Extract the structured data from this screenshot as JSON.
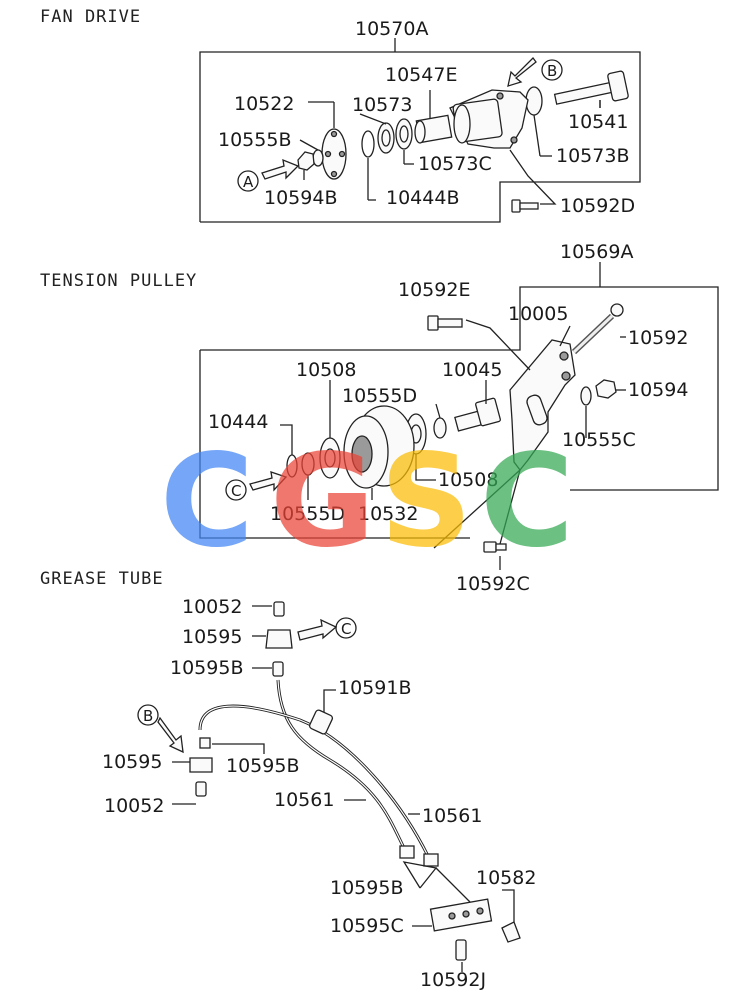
{
  "sections": {
    "fan_drive": "FAN DRIVE",
    "tension_pulley": "TENSION PULLEY",
    "grease_tube": "GREASE TUBE"
  },
  "parts": {
    "p10570A": "10570A",
    "p10547E": "10547E",
    "p10522": "10522",
    "p10573": "10573",
    "p10555B": "10555B",
    "p10573C": "10573C",
    "p10594B": "10594B",
    "p10444B": "10444B",
    "p10541": "10541",
    "p10573B": "10573B",
    "p10592D": "10592D",
    "p10569A": "10569A",
    "p10592E": "10592E",
    "p10005": "10005",
    "p10592": "10592",
    "p10508a": "10508",
    "p10045": "10045",
    "p10555D_a": "10555D",
    "p10594": "10594",
    "p10444": "10444",
    "p10555C": "10555C",
    "p10508b": "10508",
    "p10555D_b": "10555D",
    "p10532": "10532",
    "p10592C": "10592C",
    "p10052a": "10052",
    "p10595a": "10595",
    "p10595B_a": "10595B",
    "p10591B": "10591B",
    "p10595b": "10595",
    "p10595B_b": "10595B",
    "p10052b": "10052",
    "p10561a": "10561",
    "p10561b": "10561",
    "p10595B_c": "10595B",
    "p10582": "10582",
    "p10595C": "10595C",
    "p10592J": "10592J"
  },
  "callouts": {
    "A": "A",
    "B": "B",
    "C": "C"
  },
  "watermark": {
    "letters": [
      "C",
      "G",
      "S",
      "C"
    ],
    "colors": [
      "#4285F4",
      "#EA4335",
      "#FBBC05",
      "#34A853"
    ]
  }
}
